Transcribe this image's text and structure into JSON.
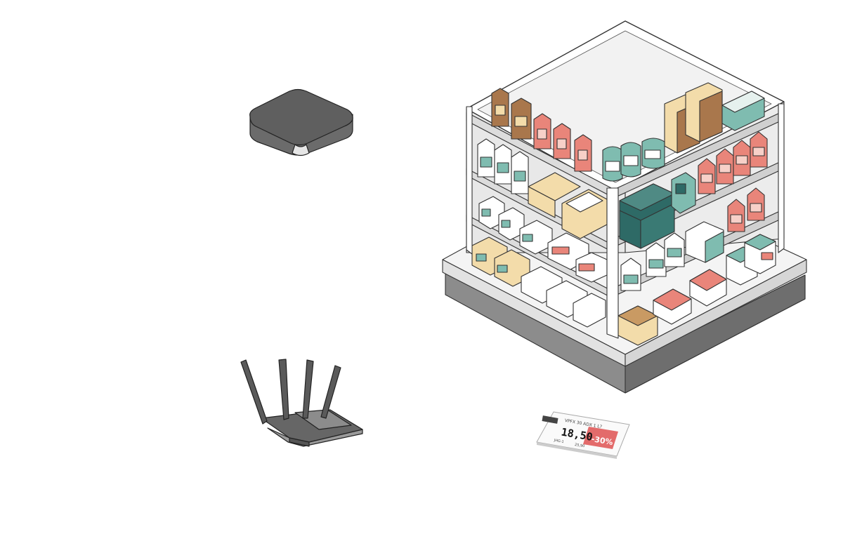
{
  "colors": {
    "teal": "#7fbcb0",
    "teal_dark": "#2e6a66",
    "salmon": "#e9857a",
    "tan": "#f3dcaa",
    "brown": "#a9774c",
    "device_gray": "#6e6e6e",
    "fixture_base": "#8a8a8a"
  },
  "icons": {
    "gateway": "gateway-hub-icon",
    "router": "wifi-router-icon",
    "shelf": "pharmacy-shelf-icon",
    "label": "electronic-shelf-label-icon"
  },
  "shelf_label": {
    "product_line": "VPFX 30 ADX 1 L?",
    "price": "18,50",
    "discount": "-30%",
    "price_small": "25,90",
    "code_line": "JHG-1"
  }
}
